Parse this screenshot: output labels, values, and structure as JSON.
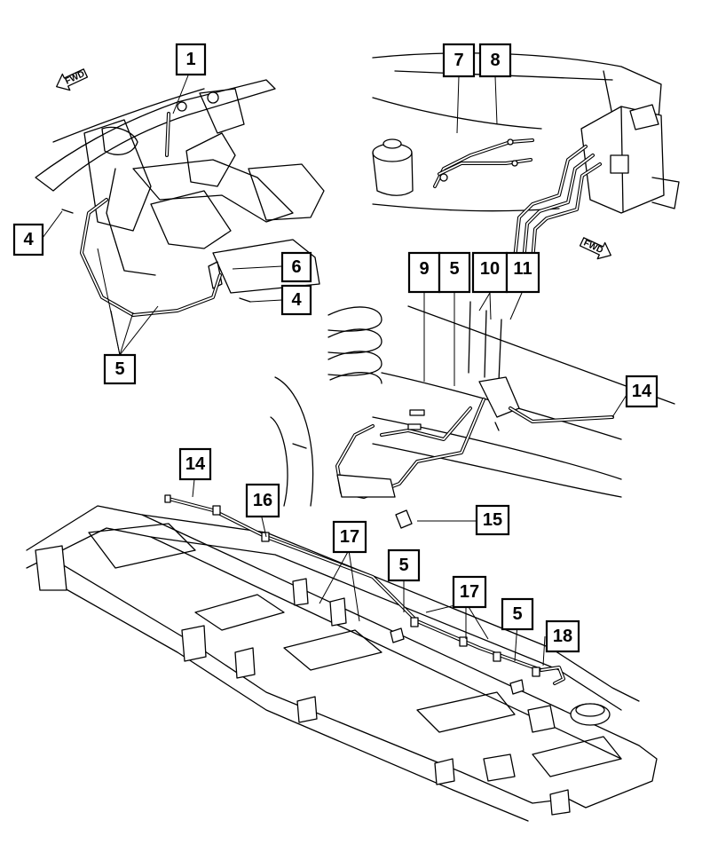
{
  "callouts": [
    "1",
    "4",
    "4",
    "5",
    "6",
    "7",
    "8",
    "9",
    "5",
    "10",
    "11",
    "14",
    "14",
    "15",
    "16",
    "17",
    "17",
    "5",
    "5",
    "18"
  ],
  "fwd_labels": [
    "FWD",
    "FWD"
  ]
}
